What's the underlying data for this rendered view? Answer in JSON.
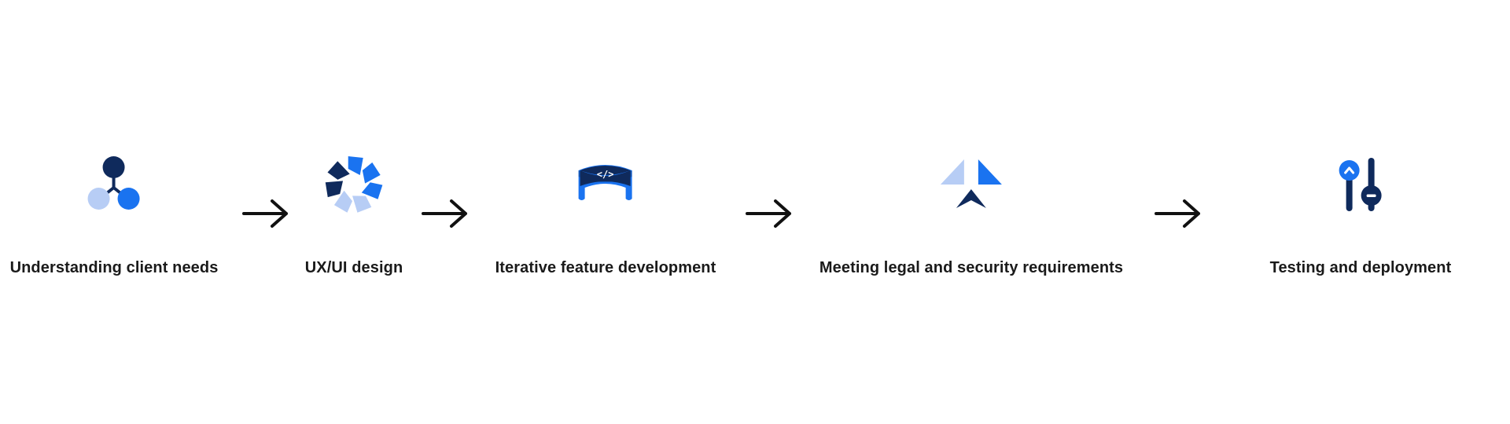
{
  "steps": [
    {
      "label": "Understanding client needs",
      "icon": "connected-circles-icon"
    },
    {
      "label": "UX/UI design",
      "icon": "aperture-icon"
    },
    {
      "label": "Iterative feature development",
      "icon": "code-band-icon"
    },
    {
      "label": "Meeting legal and security requirements",
      "icon": "triangles-shield-icon"
    },
    {
      "label": "Testing and deployment",
      "icon": "sliders-icon"
    }
  ],
  "colors": {
    "navy": "#0f2a5c",
    "blue": "#1a73f0",
    "light_blue": "#b7cdf5",
    "text": "#1a1a1a"
  }
}
